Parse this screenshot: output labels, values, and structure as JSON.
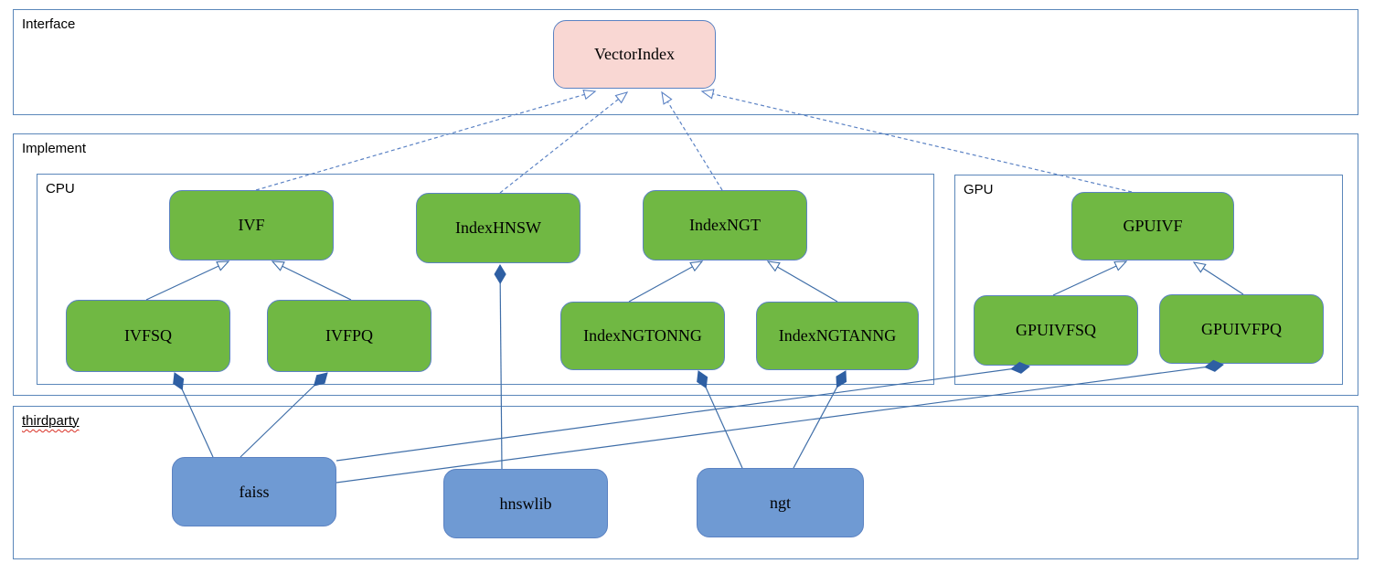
{
  "containers": {
    "interface": {
      "label": "Interface"
    },
    "implement": {
      "label": "Implement"
    },
    "cpu": {
      "label": "CPU"
    },
    "gpu": {
      "label": "GPU"
    },
    "thirdparty": {
      "label": "thirdparty"
    }
  },
  "nodes": {
    "vectorindex": {
      "label": "VectorIndex",
      "fill": "#f9d7d3"
    },
    "ivf": {
      "label": "IVF",
      "fill": "#70b843"
    },
    "indexhnsw": {
      "label": "IndexHNSW",
      "fill": "#70b843"
    },
    "indexngt": {
      "label": "IndexNGT",
      "fill": "#70b843"
    },
    "ivfsq": {
      "label": "IVFSQ",
      "fill": "#70b843"
    },
    "ivfpq": {
      "label": "IVFPQ",
      "fill": "#70b843"
    },
    "indexngtonng": {
      "label": "IndexNGTONNG",
      "fill": "#70b843"
    },
    "indexngtanng": {
      "label": "IndexNGTANNG",
      "fill": "#70b843"
    },
    "gpuivf": {
      "label": "GPUIVF",
      "fill": "#70b843"
    },
    "gpuivfsq": {
      "label": "GPUIVFSQ",
      "fill": "#70b843"
    },
    "gpuivfpq": {
      "label": "GPUIVFPQ",
      "fill": "#70b843"
    },
    "faiss": {
      "label": "faiss",
      "fill": "#6f9ad3"
    },
    "hnswlib": {
      "label": "hnswlib",
      "fill": "#6f9ad3"
    },
    "ngt": {
      "label": "ngt",
      "fill": "#6f9ad3"
    }
  },
  "edges": [
    {
      "from": "IVF",
      "to": "VectorIndex",
      "type": "realization",
      "style": "dashed-open-arrow"
    },
    {
      "from": "IndexHNSW",
      "to": "VectorIndex",
      "type": "realization",
      "style": "dashed-open-arrow"
    },
    {
      "from": "IndexNGT",
      "to": "VectorIndex",
      "type": "realization",
      "style": "dashed-open-arrow"
    },
    {
      "from": "GPUIVF",
      "to": "VectorIndex",
      "type": "realization",
      "style": "dashed-open-arrow"
    },
    {
      "from": "IVFSQ",
      "to": "IVF",
      "type": "generalization",
      "style": "solid-open-arrow"
    },
    {
      "from": "IVFPQ",
      "to": "IVF",
      "type": "generalization",
      "style": "solid-open-arrow"
    },
    {
      "from": "IndexNGTONNG",
      "to": "IndexNGT",
      "type": "generalization",
      "style": "solid-open-arrow"
    },
    {
      "from": "IndexNGTANNG",
      "to": "IndexNGT",
      "type": "generalization",
      "style": "solid-open-arrow"
    },
    {
      "from": "GPUIVFSQ",
      "to": "GPUIVF",
      "type": "generalization",
      "style": "solid-open-arrow"
    },
    {
      "from": "GPUIVFPQ",
      "to": "GPUIVF",
      "type": "generalization",
      "style": "solid-open-arrow"
    },
    {
      "from": "faiss",
      "to": "IVFSQ",
      "type": "composition",
      "style": "solid-filled-diamond"
    },
    {
      "from": "faiss",
      "to": "IVFPQ",
      "type": "composition",
      "style": "solid-filled-diamond"
    },
    {
      "from": "faiss",
      "to": "GPUIVFSQ",
      "type": "composition",
      "style": "solid-filled-diamond"
    },
    {
      "from": "faiss",
      "to": "GPUIVFPQ",
      "type": "composition",
      "style": "solid-filled-diamond"
    },
    {
      "from": "hnswlib",
      "to": "IndexHNSW",
      "type": "composition",
      "style": "solid-filled-diamond"
    },
    {
      "from": "ngt",
      "to": "IndexNGTONNG",
      "type": "composition",
      "style": "solid-filled-diamond"
    },
    {
      "from": "ngt",
      "to": "IndexNGTANNG",
      "type": "composition",
      "style": "solid-filled-diamond"
    }
  ],
  "colors": {
    "background": "#ffffff",
    "container_border": "#5b87ba",
    "node_border": "#5b82c2",
    "interface_node_fill": "#f9d7d3",
    "implement_node_fill": "#70b843",
    "thirdparty_node_fill": "#6f9ad3",
    "connector_solid": "#3f6ea8",
    "connector_dashed": "#5b82c4",
    "diamond_fill": "#2e5fa3",
    "spellcheck_wavy": "#d93025",
    "text": "#000000"
  }
}
